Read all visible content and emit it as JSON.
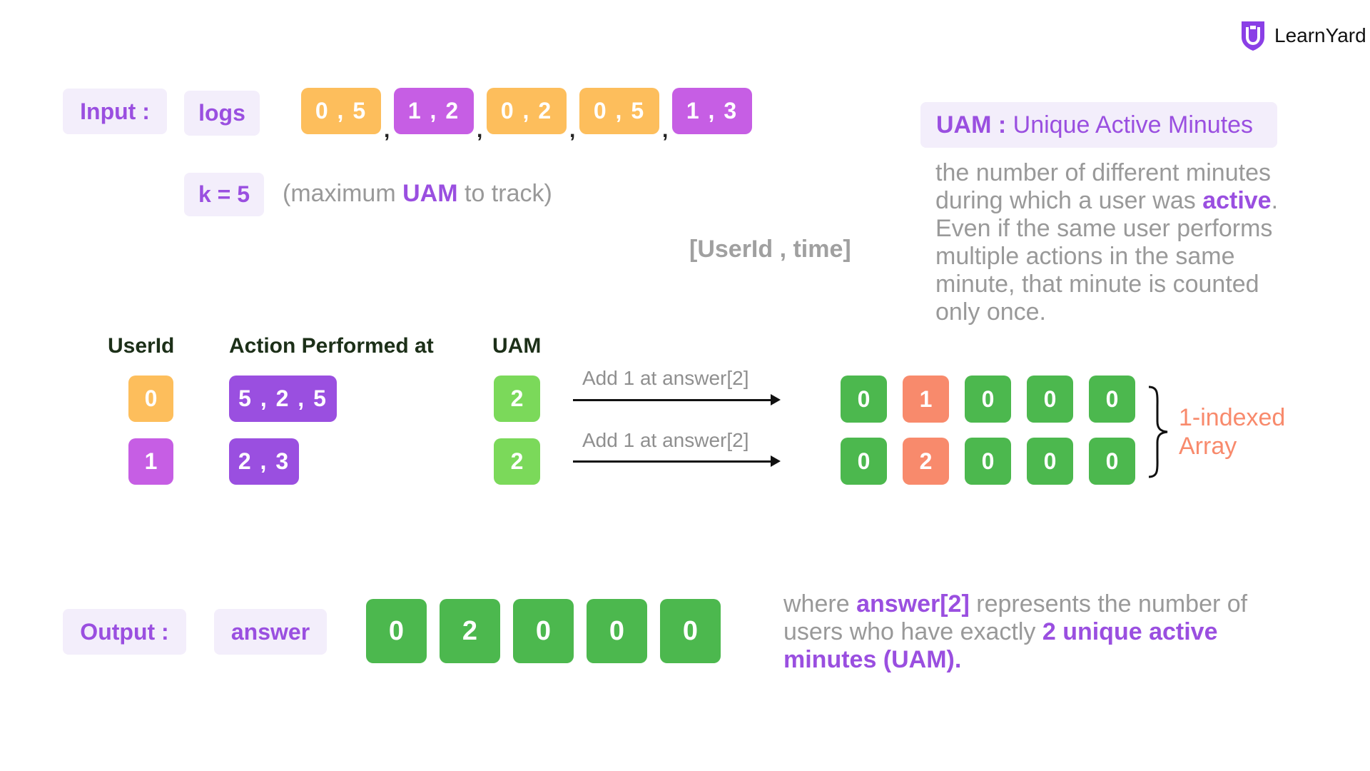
{
  "brand": {
    "name": "LearnYard",
    "color": "#8a3fe6"
  },
  "input": {
    "label": "Input :",
    "logs_label": "logs",
    "logs": [
      "0 , 5",
      "1 , 2",
      "0 , 2",
      "0 , 5",
      "1 , 3"
    ],
    "separator": ",",
    "k_label": "k = 5",
    "k_note_open": "(maximum ",
    "k_note_uam": "UAM",
    "k_note_close": " to track)",
    "format_hint": "[UserId , time]"
  },
  "definition": {
    "title_bold": "UAM :",
    "title_rest": " Unique Active Minutes",
    "text_1": "the number of different minutes during which a user was ",
    "text_bold": "active",
    "text_2": ". Even if the same user performs multiple actions in the same minute, that minute is counted only once."
  },
  "table": {
    "headers": [
      "UserId",
      "Action Performed at",
      "UAM"
    ],
    "rows": [
      {
        "user": "0",
        "actions": "5 , 2 , 5",
        "uam": "2",
        "note": "Add 1 at answer[2]",
        "array": [
          "0",
          "1",
          "0",
          "0",
          "0"
        ],
        "highlight_index": 1
      },
      {
        "user": "1",
        "actions": "2 , 3",
        "uam": "2",
        "note": "Add 1 at answer[2]",
        "array": [
          "0",
          "2",
          "0",
          "0",
          "0"
        ],
        "highlight_index": 1
      }
    ],
    "array_note": "1-indexed Array"
  },
  "output": {
    "label": "Output :",
    "answer_label": "answer",
    "values": [
      "0",
      "2",
      "0",
      "0",
      "0"
    ],
    "expl_1": "where ",
    "expl_bold_1": "answer[2]",
    "expl_2": " represents the number of users who have exactly ",
    "expl_bold_2": "2 unique active minutes (UAM)."
  },
  "colors": {
    "orange": "#fdbe5c",
    "purple": "#c65ee4",
    "violet": "#9a4fe0",
    "light_green": "#7bd95a",
    "green": "#4cb84e",
    "salmon": "#f88a6c",
    "label_bg": "#f3eefb"
  }
}
